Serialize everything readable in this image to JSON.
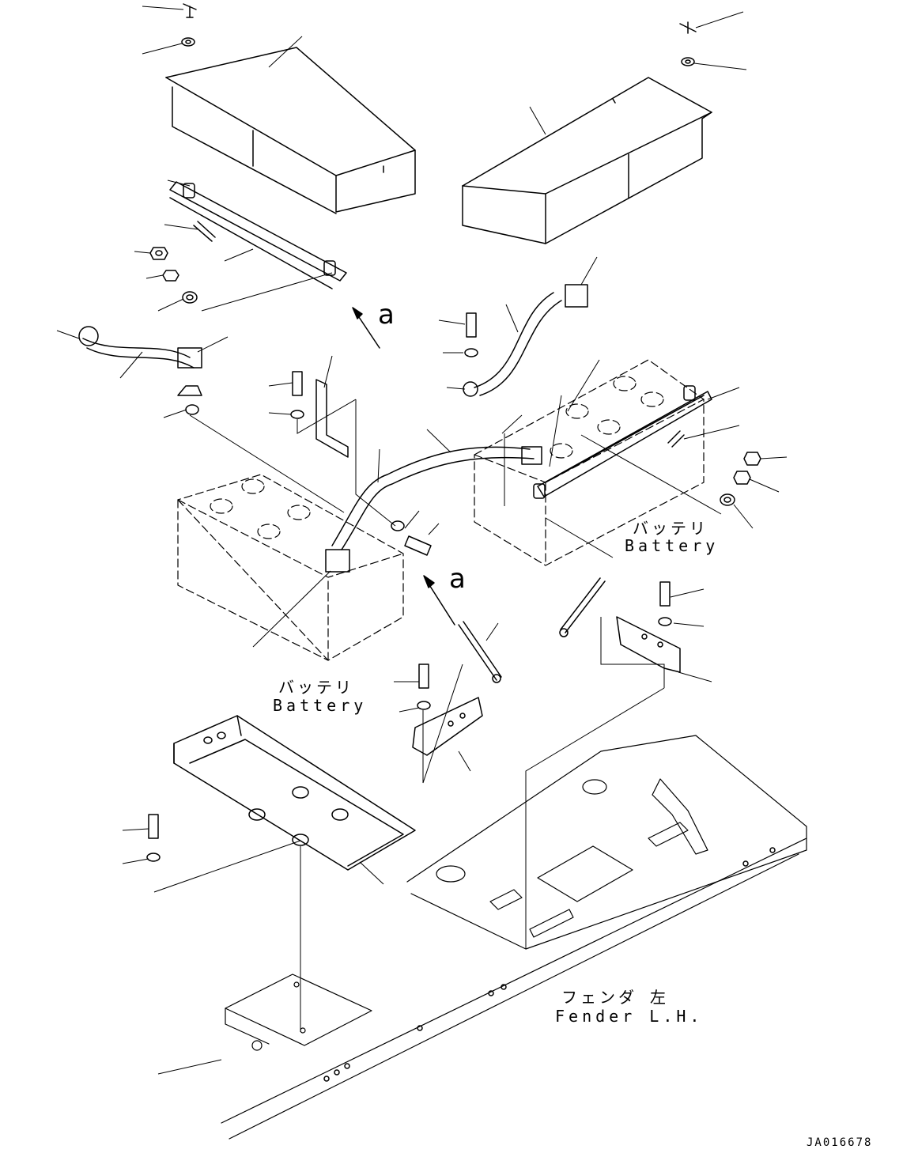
{
  "labels": {
    "battery_right_jp": "バッテリ",
    "battery_right_en": "Battery",
    "battery_left_jp": "バッテリ",
    "battery_left_en": "Battery",
    "fender_jp": "フェンダ 左",
    "fender_en": "Fender L.H.",
    "view_a_upper": "a",
    "view_a_lower": "a",
    "drawing_code": "JA016678"
  },
  "colors": {
    "line": "#000000",
    "background": "#ffffff"
  }
}
